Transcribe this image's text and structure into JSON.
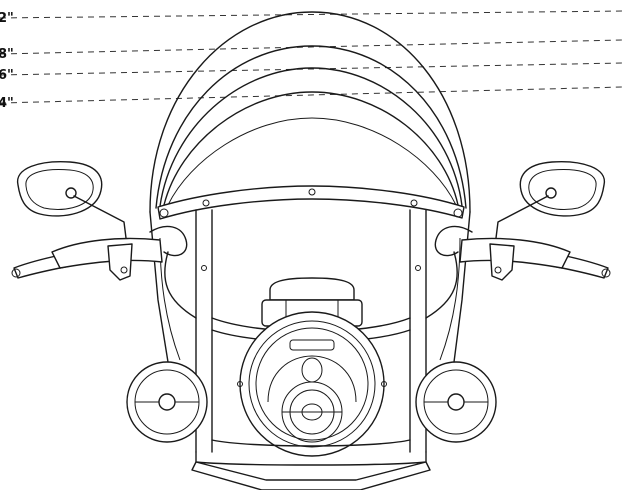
{
  "diagram": {
    "height_options": [
      {
        "label": "2\""
      },
      {
        "label": "8\""
      },
      {
        "label": "6\""
      },
      {
        "label": "4\""
      }
    ],
    "line_color": "#1a1a1a",
    "background": "#ffffff"
  }
}
